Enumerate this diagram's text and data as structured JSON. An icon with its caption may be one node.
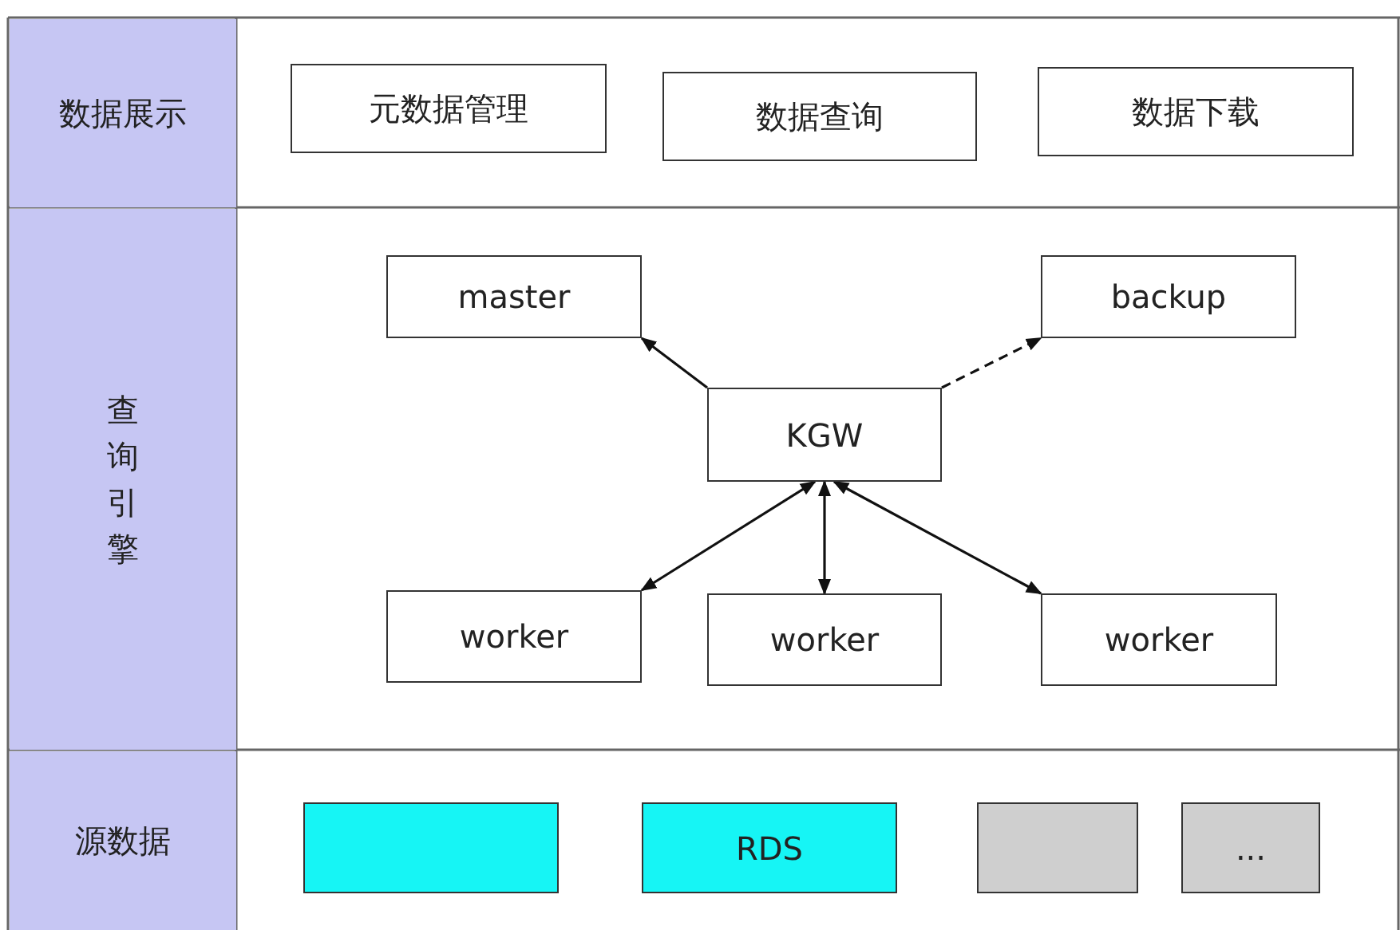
{
  "diagram": {
    "nodes": [
      {
        "text": [
          "数据展示"
        ]
      },
      {
        "text": [
          "元数据管理"
        ]
      },
      {
        "text": [
          "数据查询"
        ]
      },
      {
        "text": [
          "数据下载"
        ]
      },
      {
        "text": [
          "查询引擎"
        ]
      },
      {
        "text": [
          "master"
        ]
      },
      {
        "text": [
          "backup"
        ]
      },
      {
        "text": [
          "KGW"
        ]
      },
      {
        "text": [
          "worker"
        ]
      },
      {
        "text": [
          "worker"
        ]
      },
      {
        "text": [
          "worker"
        ]
      },
      {
        "text": [
          "源数据"
        ]
      },
      {
        "text": [],
        "shape": "box"
      },
      {
        "text": [
          "RDS"
        ]
      },
      {
        "text": [],
        "shape": "box"
      },
      {
        "text": [
          "..."
        ]
      }
    ],
    "edges": [
      {
        "from": 7,
        "to": 5,
        "arrow": "to"
      },
      {
        "from": 7,
        "to": 6,
        "arrow": "to",
        "style": "dashed"
      },
      {
        "from": 7,
        "to": 8,
        "arrow": "both"
      },
      {
        "from": 7,
        "to": 9,
        "arrow": "both"
      },
      {
        "from": 7,
        "to": 10,
        "arrow": "both"
      }
    ]
  }
}
